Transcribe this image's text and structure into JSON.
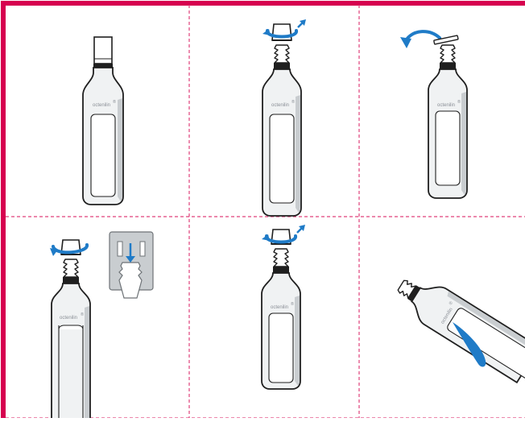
{
  "brand_label": "octenilin",
  "registered_mark": "®",
  "colors": {
    "frame": "#d6004f",
    "divider": "#e0407a",
    "arrow": "#1f7bc7",
    "outline": "#1f1f1f",
    "body_fill": "#f0f2f3",
    "shade": "#c9cdd0",
    "cap_fill": "#ffffff"
  },
  "panels": [
    {
      "id": "panel-1",
      "step": "closed-bottle"
    },
    {
      "id": "panel-2",
      "step": "twist-off-cap"
    },
    {
      "id": "panel-3",
      "step": "remove-cap"
    },
    {
      "id": "panel-4",
      "step": "twist-on-attachment"
    },
    {
      "id": "panel-5",
      "step": "attachment-twisted"
    },
    {
      "id": "panel-6",
      "step": "pour-solution"
    }
  ],
  "icons": [
    "rotate-arrow-icon",
    "curved-arrow-icon",
    "down-arrow-icon",
    "liquid-drop-icon"
  ]
}
